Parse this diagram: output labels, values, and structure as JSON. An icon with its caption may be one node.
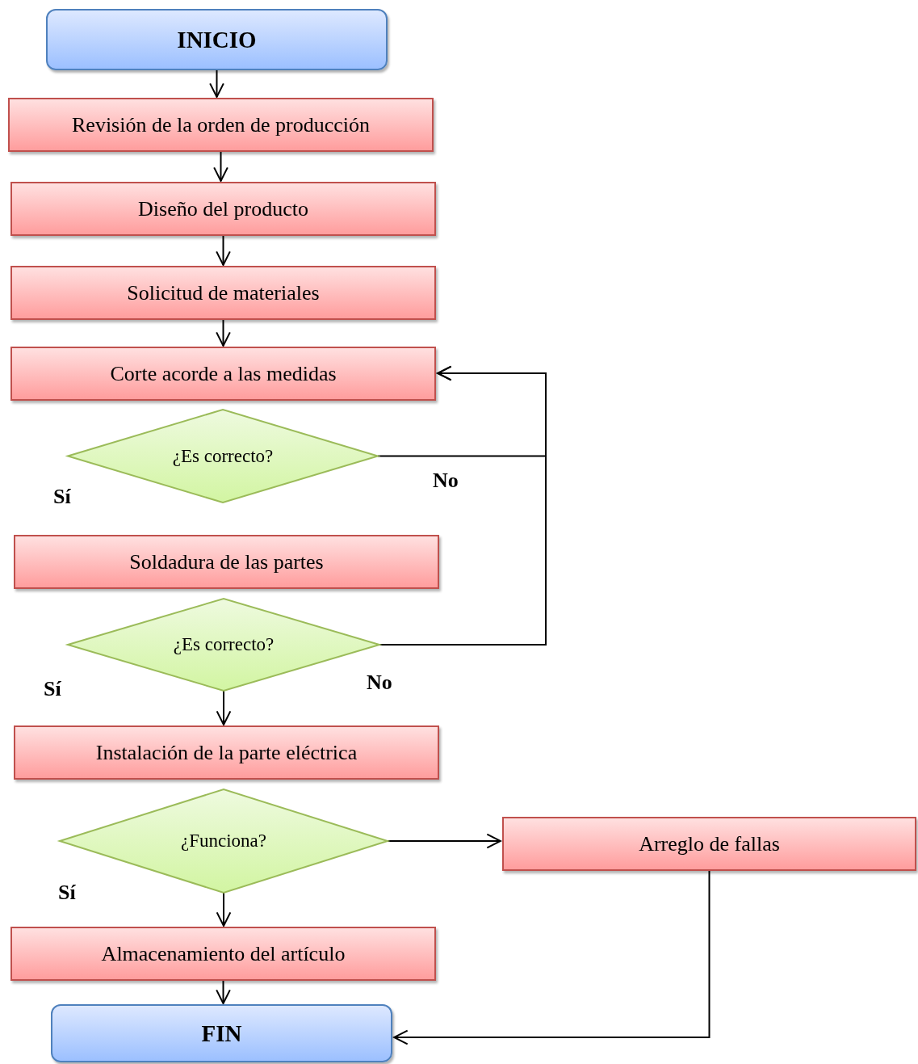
{
  "diagram": {
    "nodes": [
      {
        "text": [
          "INICIO"
        ]
      },
      {
        "text": [
          "Revisión de la orden de producción"
        ]
      },
      {
        "text": [
          "Diseño del producto"
        ]
      },
      {
        "text": [
          "Solicitud de materiales"
        ]
      },
      {
        "text": [
          "Corte acorde a las medidas"
        ]
      },
      {
        "text": [
          "¿Es correcto?"
        ]
      },
      {
        "text": [
          "Soldadura de las partes"
        ]
      },
      {
        "text": [
          "¿Es correcto?"
        ]
      },
      {
        "text": [
          "Instalación de la parte eléctrica"
        ]
      },
      {
        "text": [
          "¿Funciona?"
        ]
      },
      {
        "text": [
          "Arreglo de fallas"
        ]
      },
      {
        "text": [
          "Almacenamiento del artículo"
        ]
      },
      {
        "text": [
          "FIN"
        ]
      }
    ],
    "edges": [
      {
        "from": 0,
        "to": 1,
        "arrow": "to"
      },
      {
        "from": 1,
        "to": 2,
        "arrow": "to"
      },
      {
        "from": 2,
        "to": 3,
        "arrow": "to"
      },
      {
        "from": 3,
        "to": 4,
        "arrow": "to"
      },
      {
        "from": 5,
        "to": 4,
        "arrow": "to"
      },
      {
        "from": 7,
        "to": 4,
        "arrow": "to"
      },
      {
        "from": 7,
        "to": 8,
        "arrow": "to"
      },
      {
        "from": 9,
        "to": 10,
        "arrow": "to"
      },
      {
        "from": 9,
        "to": 11,
        "arrow": "to"
      },
      {
        "from": 11,
        "to": 12,
        "arrow": "to"
      },
      {
        "from": 10,
        "to": 12,
        "arrow": "to"
      }
    ],
    "labels": [
      "No",
      "Sí",
      "Sí",
      "No",
      "Sí"
    ]
  }
}
